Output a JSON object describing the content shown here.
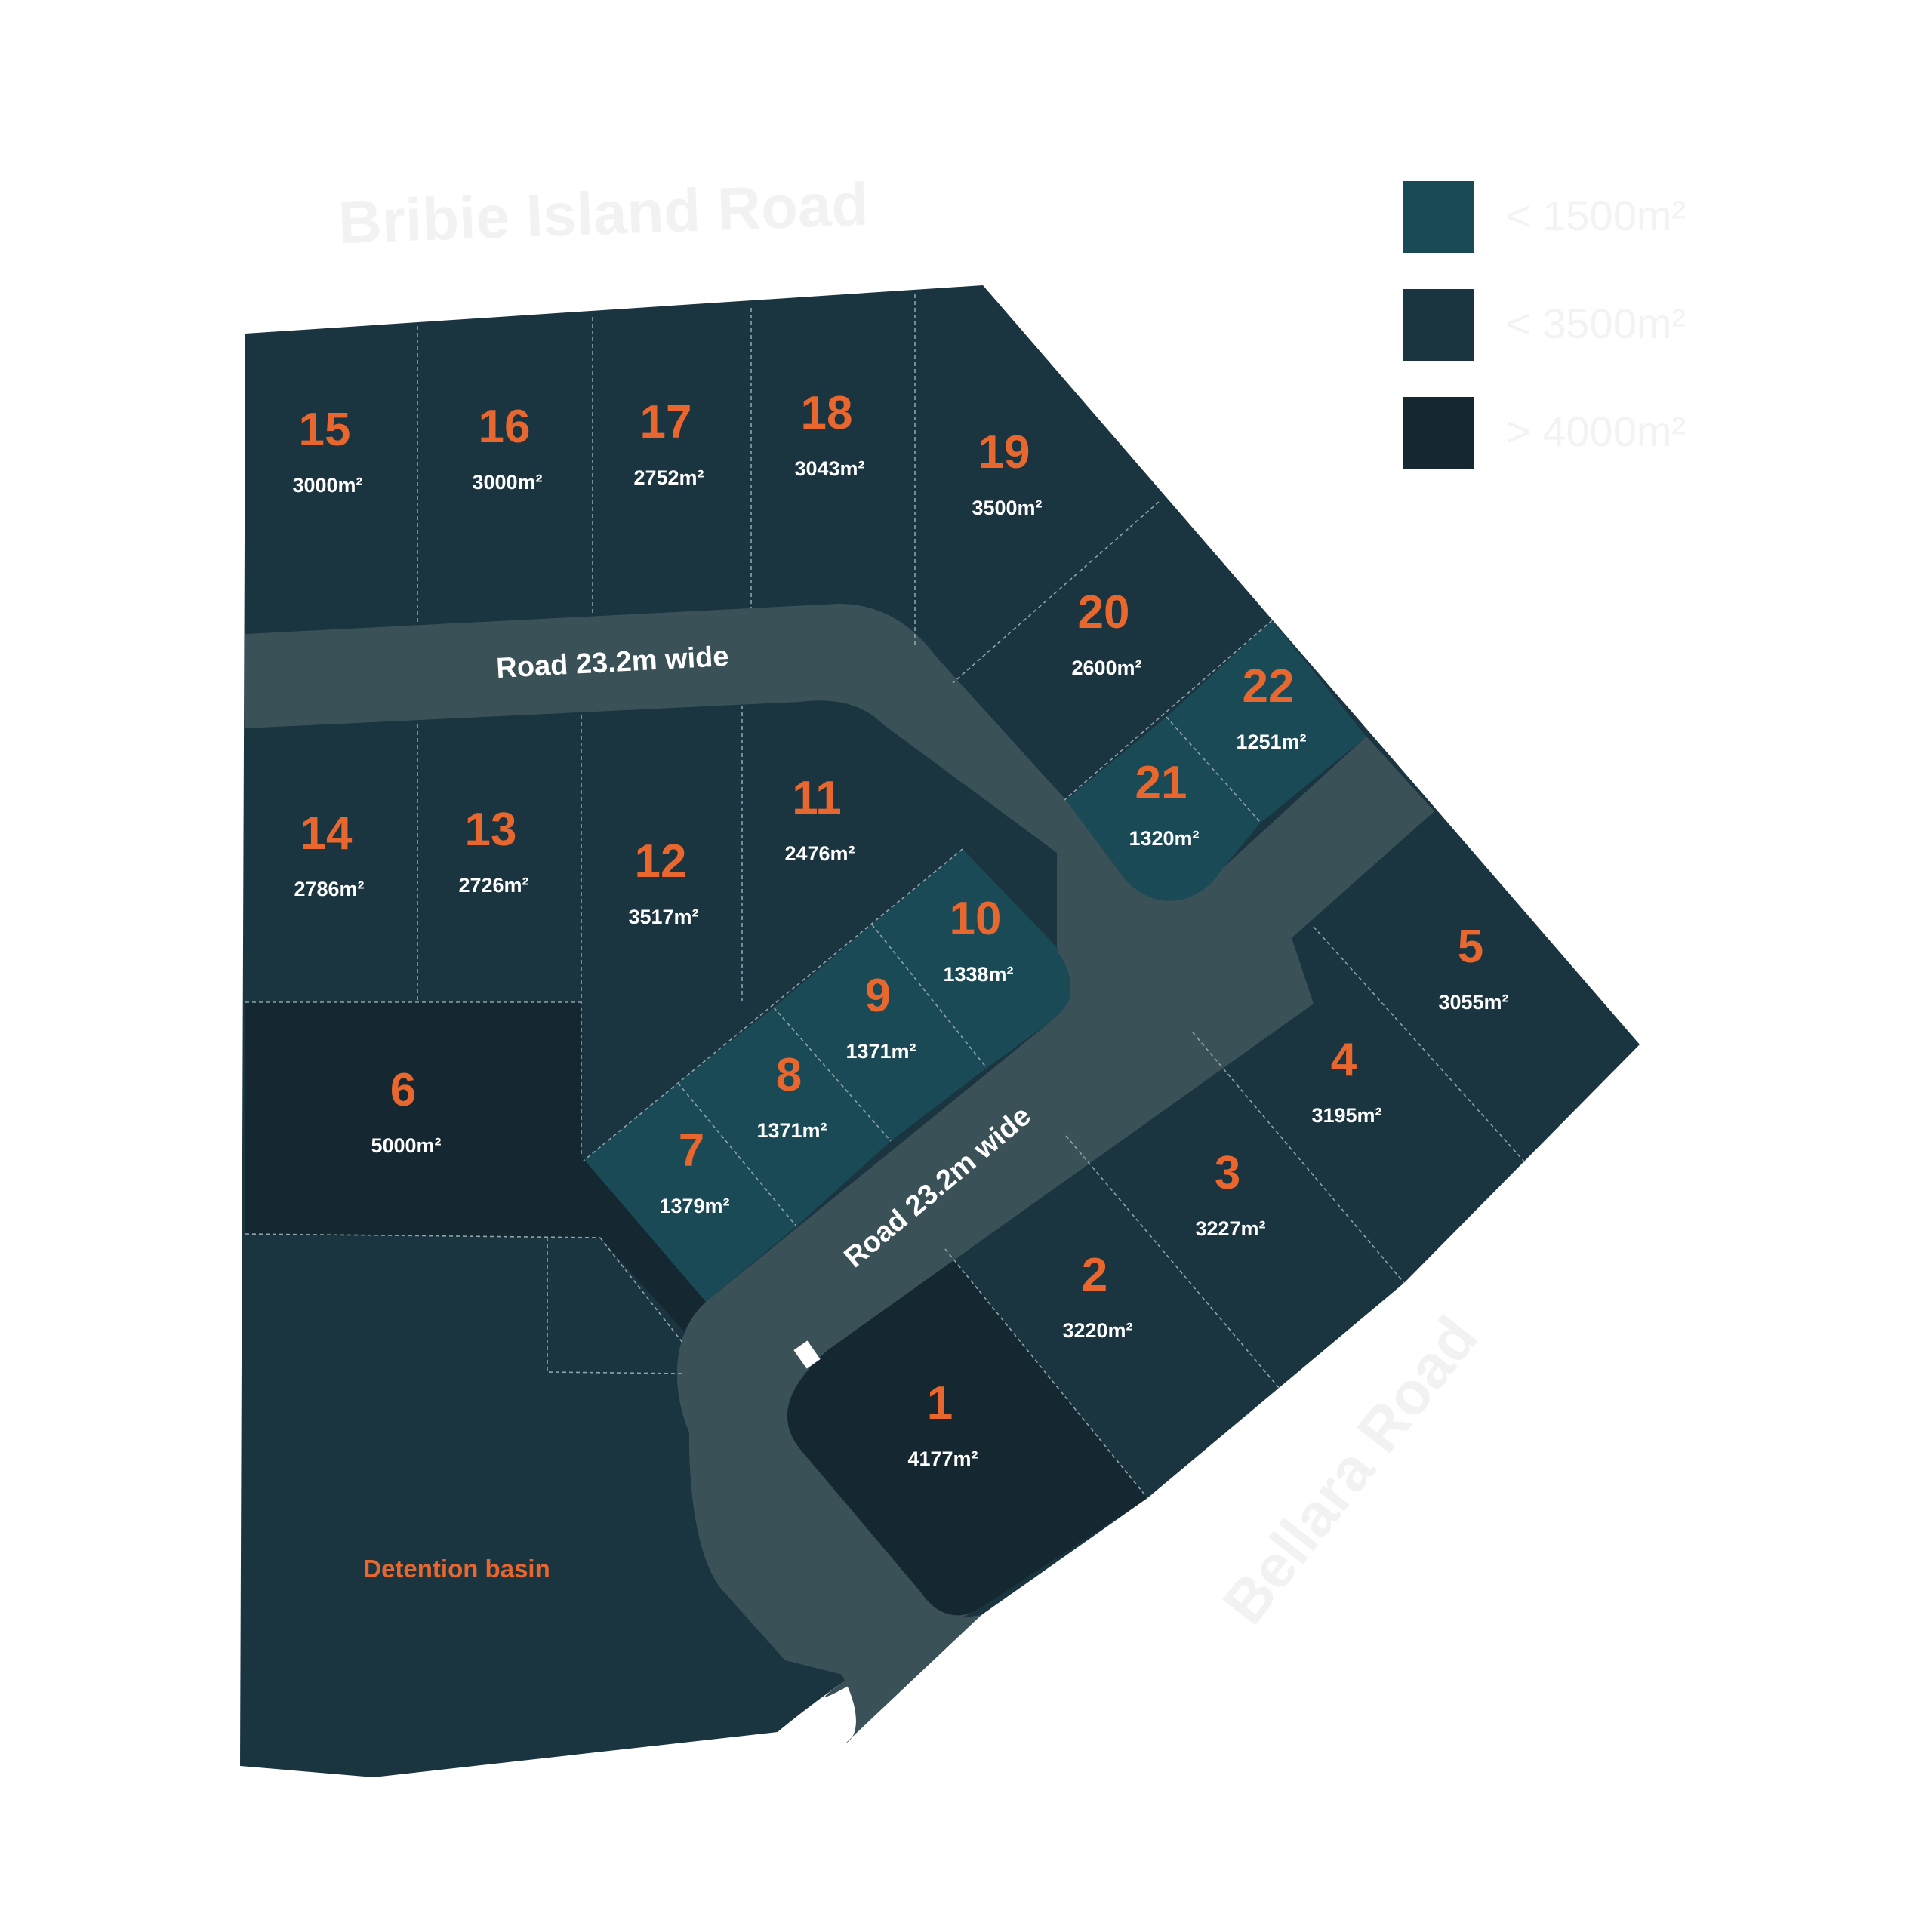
{
  "streets": {
    "north": "Bribie Island Road",
    "east": "Bellara Road"
  },
  "legend": {
    "items": [
      {
        "label": "< 1500m²",
        "color": "#1a4a56"
      },
      {
        "label": "< 3500m²",
        "color": "#1a3440"
      },
      {
        "label": "> 4000m²",
        "color": "#152831"
      }
    ]
  },
  "roads": {
    "north": "Road 23.2m wide",
    "diagonal": "Road 23.2m wide"
  },
  "lots": [
    {
      "number": "1",
      "area": "4177m²",
      "size_class": "large"
    },
    {
      "number": "2",
      "area": "3220m²",
      "size_class": "medium"
    },
    {
      "number": "3",
      "area": "3227m²",
      "size_class": "medium"
    },
    {
      "number": "4",
      "area": "3195m²",
      "size_class": "medium"
    },
    {
      "number": "5",
      "area": "3055m²",
      "size_class": "medium"
    },
    {
      "number": "6",
      "area": "5000m²",
      "size_class": "large"
    },
    {
      "number": "7",
      "area": "1379m²",
      "size_class": "small"
    },
    {
      "number": "8",
      "area": "1371m²",
      "size_class": "small"
    },
    {
      "number": "9",
      "area": "1371m²",
      "size_class": "small"
    },
    {
      "number": "10",
      "area": "1338m²",
      "size_class": "small"
    },
    {
      "number": "11",
      "area": "2476m²",
      "size_class": "medium"
    },
    {
      "number": "12",
      "area": "3517m²",
      "size_class": "medium"
    },
    {
      "number": "13",
      "area": "2726m²",
      "size_class": "medium"
    },
    {
      "number": "14",
      "area": "2786m²",
      "size_class": "medium"
    },
    {
      "number": "15",
      "area": "3000m²",
      "size_class": "medium"
    },
    {
      "number": "16",
      "area": "3000m²",
      "size_class": "medium"
    },
    {
      "number": "17",
      "area": "2752m²",
      "size_class": "medium"
    },
    {
      "number": "18",
      "area": "3043m²",
      "size_class": "medium"
    },
    {
      "number": "19",
      "area": "3500m²",
      "size_class": "medium"
    },
    {
      "number": "20",
      "area": "2600m²",
      "size_class": "medium"
    },
    {
      "number": "21",
      "area": "1320m²",
      "size_class": "small"
    },
    {
      "number": "22",
      "area": "1251m²",
      "size_class": "small"
    }
  ],
  "detention_basin": "Detention basin",
  "colors": {
    "small_lot": "#1a4a56",
    "medium_lot": "#1a3440",
    "large_lot": "#152831",
    "road": "#3a5158",
    "lot_number": "#e8672e",
    "area_text": "#ffffff"
  }
}
